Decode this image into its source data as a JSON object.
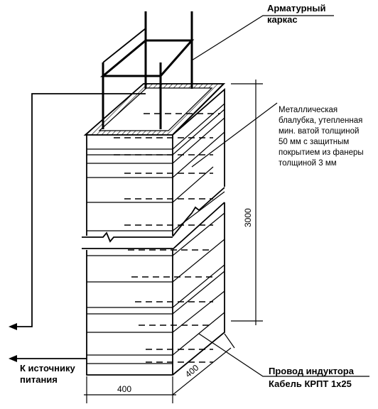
{
  "labels": {
    "rebar_cage": [
      "Арматурный",
      "каркас"
    ],
    "formwork": [
      "Металлическая",
      "блалубка, утепленная",
      "мин. ватой толщиной",
      "50 мм с защитным",
      "покрытием из фанеры",
      "толщиной 3 мм"
    ],
    "height_dim": "3000",
    "power_source": [
      "К источнику",
      "питания"
    ],
    "inductor_wire": [
      "Провод индуктора",
      "Кабель КРПТ 1х25"
    ],
    "width_dim": "400",
    "depth_dim": "400"
  }
}
